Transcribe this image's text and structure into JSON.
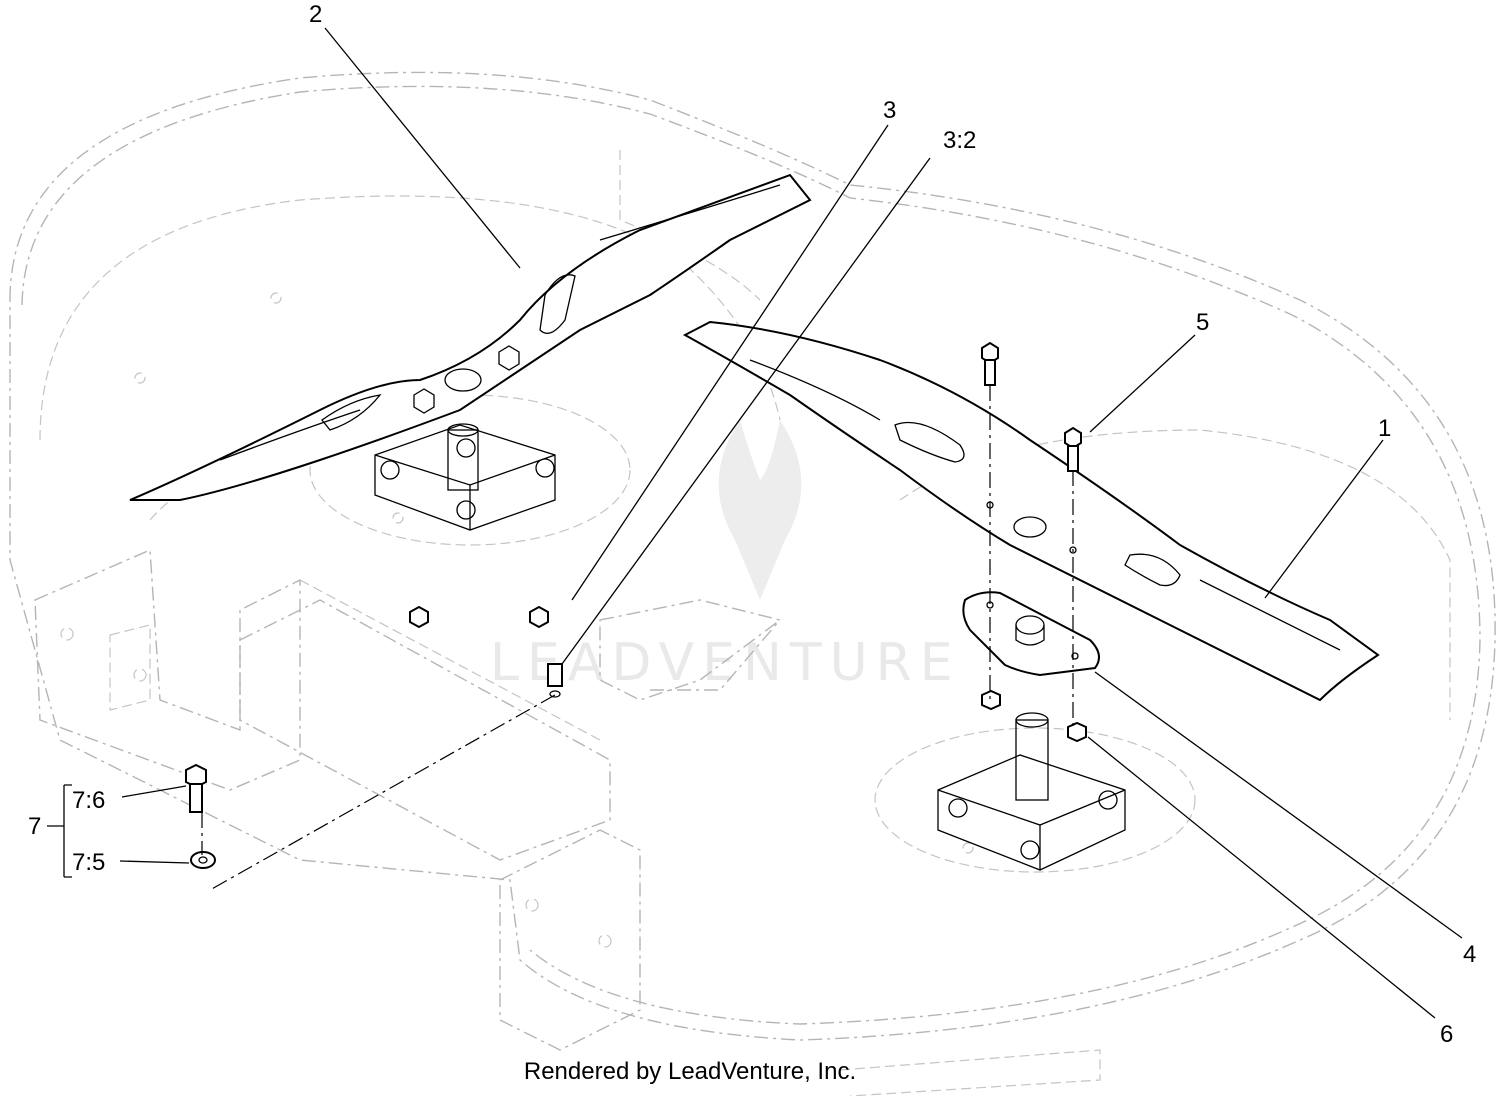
{
  "callouts": {
    "c1": "1",
    "c2": "2",
    "c3": "3",
    "c3_2": "3:2",
    "c4": "4",
    "c5": "5",
    "c6": "6",
    "c7": "7",
    "c7_6": "7:6",
    "c7_5": "7:5"
  },
  "watermark": "LEADVENTURE",
  "footer": "Rendered by LeadVenture, Inc.",
  "colors": {
    "line": "#000000",
    "ghost": "#b5b5b5",
    "watermark": "#e9e9e9"
  }
}
